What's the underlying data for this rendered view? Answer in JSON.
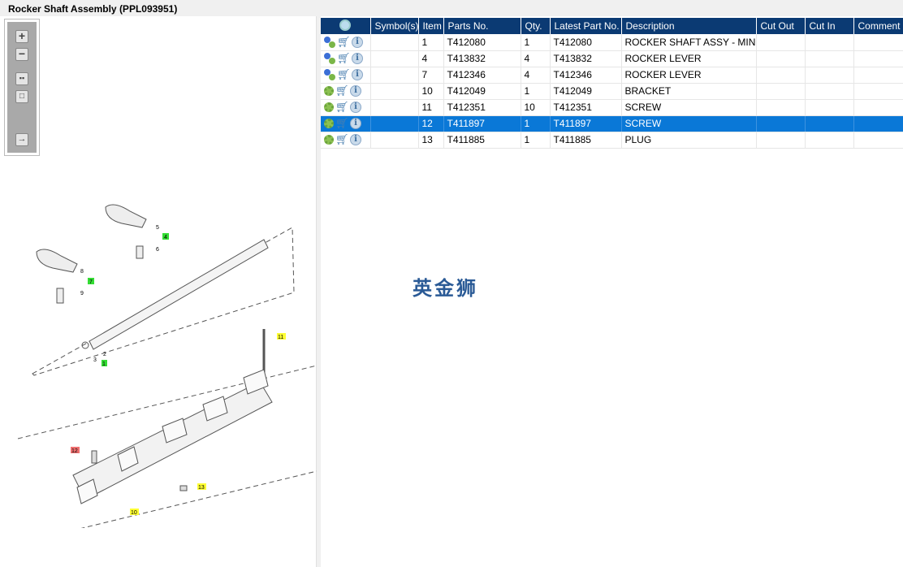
{
  "title": "Rocker Shaft Assembly (PPL093951)",
  "toolbar": [
    "zoom-in",
    "zoom-out",
    "fit-all",
    "fit-window",
    "export"
  ],
  "columns": [
    "",
    "Symbol(s)",
    "Item",
    "Parts No.",
    "Qty.",
    "Latest Part No.",
    "Description",
    "Cut Out",
    "Cut In",
    "Comment"
  ],
  "rows": [
    {
      "icon": "gears",
      "item": "1",
      "part": "T412080",
      "qty": "1",
      "latest": "T412080",
      "desc": "ROCKER SHAFT ASSY - MINOR",
      "selected": false
    },
    {
      "icon": "gears",
      "item": "4",
      "part": "T413832",
      "qty": "4",
      "latest": "T413832",
      "desc": "ROCKER LEVER",
      "selected": false
    },
    {
      "icon": "gears",
      "item": "7",
      "part": "T412346",
      "qty": "4",
      "latest": "T412346",
      "desc": "ROCKER LEVER",
      "selected": false
    },
    {
      "icon": "gear",
      "item": "10",
      "part": "T412049",
      "qty": "1",
      "latest": "T412049",
      "desc": "BRACKET",
      "selected": false
    },
    {
      "icon": "gear",
      "item": "11",
      "part": "T412351",
      "qty": "10",
      "latest": "T412351",
      "desc": "SCREW",
      "selected": false
    },
    {
      "icon": "gear",
      "item": "12",
      "part": "T411897",
      "qty": "1",
      "latest": "T411897",
      "desc": "SCREW",
      "selected": true
    },
    {
      "icon": "gear",
      "item": "13",
      "part": "T411885",
      "qty": "1",
      "latest": "T411885",
      "desc": "PLUG",
      "selected": false
    }
  ],
  "diagram_labels": {
    "l5": "5",
    "l6": "6",
    "l4": "4",
    "l8": "8",
    "l7": "7",
    "l9": "9",
    "l2": "2",
    "l3": "3",
    "l1": "1",
    "l11": "11",
    "l12": "12",
    "l13": "13",
    "l10": "10"
  },
  "colors": {
    "header": "#0b3a73",
    "selected": "#0a78d7",
    "green": "#33dd33",
    "yellow": "#ffff33",
    "red": "#f07070"
  },
  "watermark": "英金狮"
}
